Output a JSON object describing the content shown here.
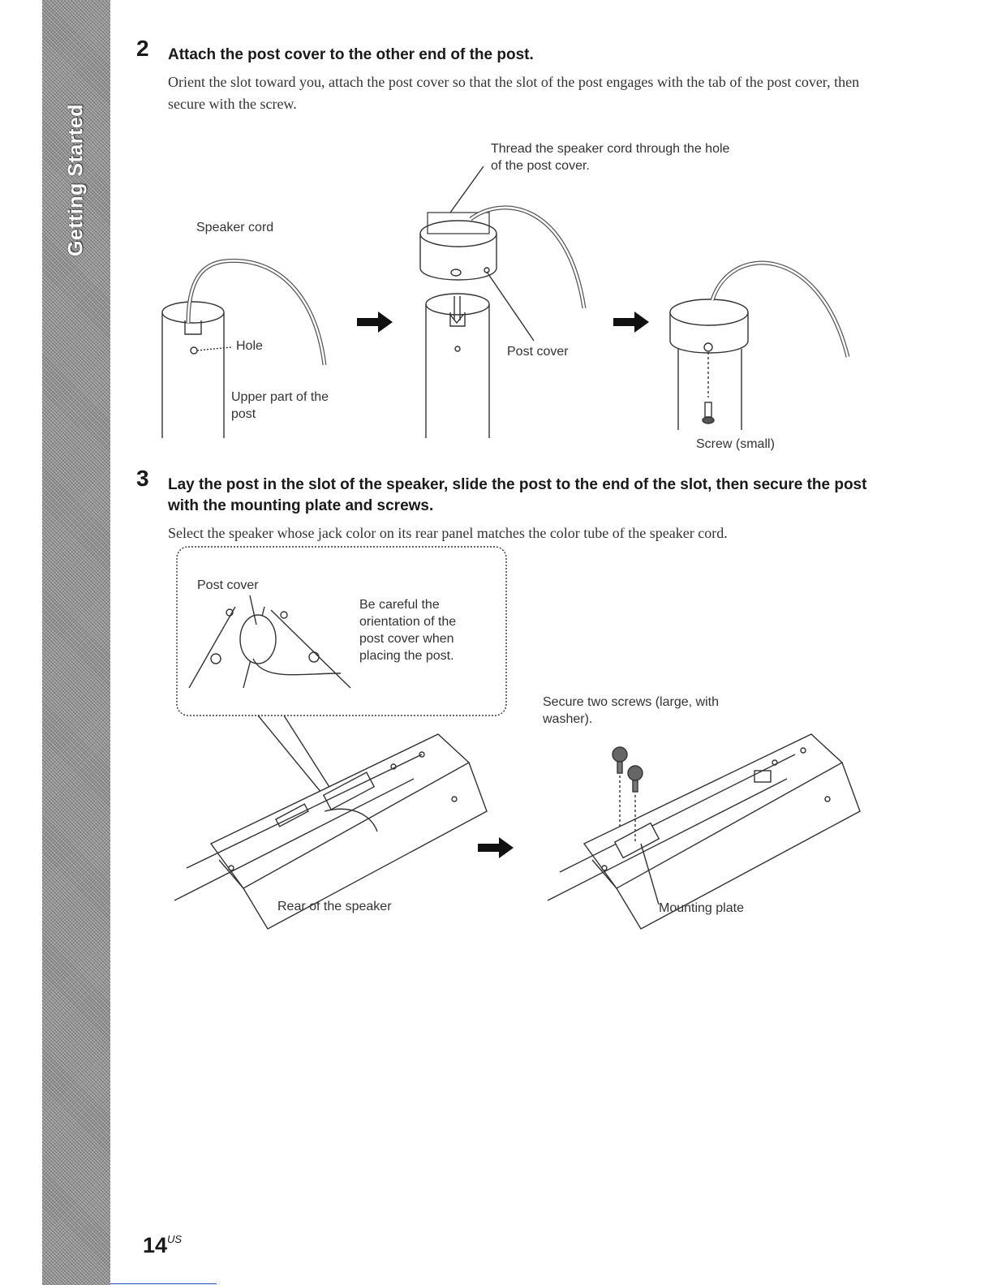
{
  "side_tab": {
    "label": "Getting Started"
  },
  "steps": [
    {
      "number": "2",
      "title": "Attach the post cover to the other end of the post.",
      "body": "Orient the slot toward you, attach the post cover so that the slot of the post engages with the tab of the post cover, then secure with the screw."
    },
    {
      "number": "3",
      "title": "Lay the post in the slot of the speaker, slide the post to the end of the slot, then secure the post with the mounting plate and screws.",
      "body": "Select the speaker whose jack color on its rear panel matches the color tube of the speaker cord."
    }
  ],
  "figure1": {
    "thread_note": "Thread the speaker cord through the hole of the post cover.",
    "speaker_cord": "Speaker cord",
    "hole": "Hole",
    "upper_part": "Upper part of the post",
    "post_cover": "Post cover",
    "screw_small": "Screw (small)"
  },
  "figure2": {
    "inset_post_cover": "Post cover",
    "careful_note": "Be careful the orientation of the post cover when placing the post.",
    "secure_screws": "Secure two screws (large, with washer).",
    "rear_speaker": "Rear of the speaker",
    "mounting_plate": "Mounting plate"
  },
  "page": {
    "number": "14",
    "suffix": "US"
  }
}
